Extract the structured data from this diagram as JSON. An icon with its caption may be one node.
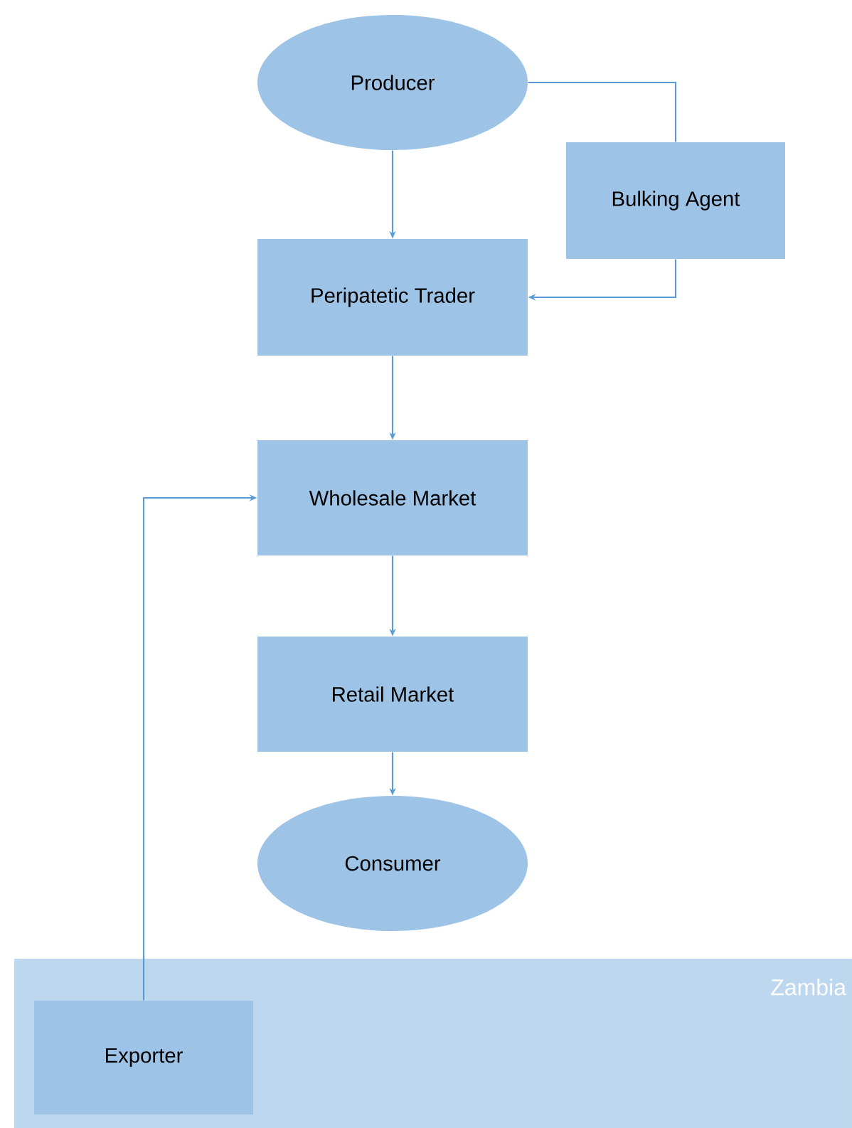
{
  "diagram": {
    "nodes": [
      {
        "text": [
          "Producer"
        ]
      },
      {
        "text": [
          "Bulking Agent"
        ]
      },
      {
        "text": [
          "Peripatetic Trader"
        ]
      },
      {
        "text": [
          "Wholesale Market"
        ]
      },
      {
        "text": [
          "Retail Market"
        ]
      },
      {
        "text": [
          "Consumer"
        ]
      },
      {
        "text": [
          "Zambia"
        ]
      },
      {
        "text": [
          "Exporter"
        ],
        "in": 6
      }
    ],
    "edges": [
      {
        "from": 0,
        "to": 1,
        "arrow": "none"
      },
      {
        "from": 0,
        "to": 2,
        "arrow": "to"
      },
      {
        "from": 1,
        "to": 2,
        "arrow": "to"
      },
      {
        "from": 2,
        "to": 3,
        "arrow": "to"
      },
      {
        "from": 3,
        "to": 4,
        "arrow": "to"
      },
      {
        "from": 4,
        "to": 5,
        "arrow": "to"
      },
      {
        "from": 7,
        "to": 3,
        "arrow": "to"
      }
    ]
  }
}
